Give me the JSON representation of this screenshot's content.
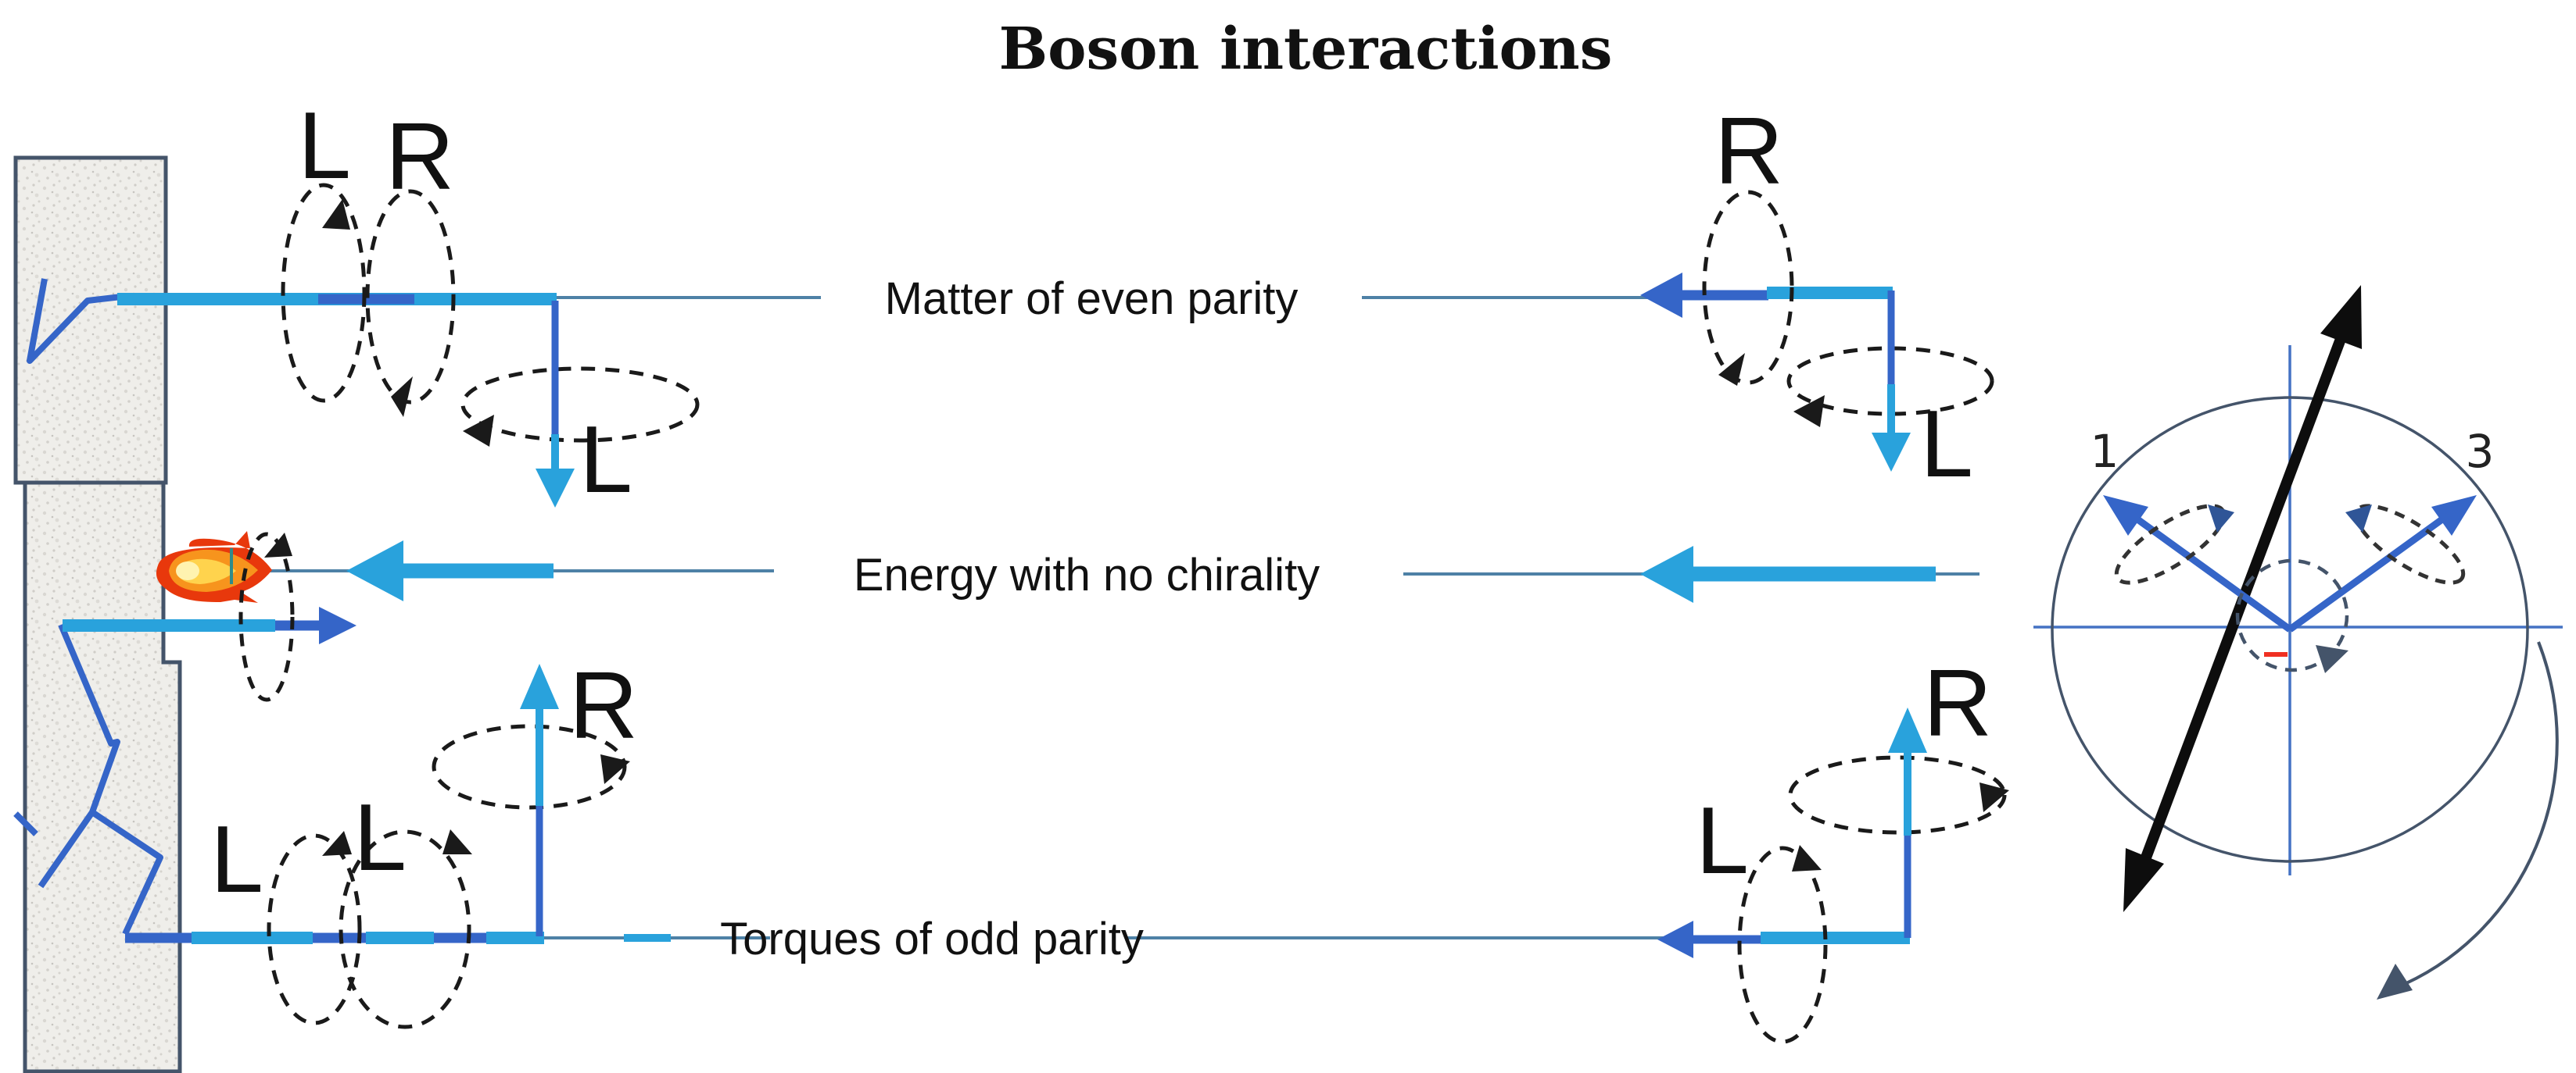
{
  "title": "Boson interactions",
  "rows": {
    "matter": {
      "label": "Matter of even parity",
      "left_spin_a": "L",
      "left_spin_b": "R",
      "left_emit": "L",
      "right_spin": "R",
      "right_emit": "L"
    },
    "energy": {
      "label": "Energy with no chirality"
    },
    "torques": {
      "label": "Torques of odd parity",
      "left_spin_a": "L",
      "left_spin_b": "L",
      "left_emit": "R",
      "right_spin": "L",
      "right_emit": "R"
    }
  },
  "rotation_diagram": {
    "label_1": "1",
    "label_3": "3"
  },
  "icons": {
    "flame": "flame-icon",
    "wall": "parity-wall",
    "spin_loop": "dashed-rotation-ellipse-icon",
    "rotation_arc": "clockwise-arc-icon"
  },
  "colors": {
    "beam_cyan": "#29A2DC",
    "beam_royal": "#3565C8",
    "connector_line": "#4E81A6",
    "axis_blue": "#4472C4",
    "outline_navy": "#44546A",
    "dashed_black": "#1a1a1a",
    "marker_red": "#F03022",
    "flame_red": "#E8380C",
    "flame_orange": "#F7941D",
    "flame_yellow": "#FFD34D"
  }
}
